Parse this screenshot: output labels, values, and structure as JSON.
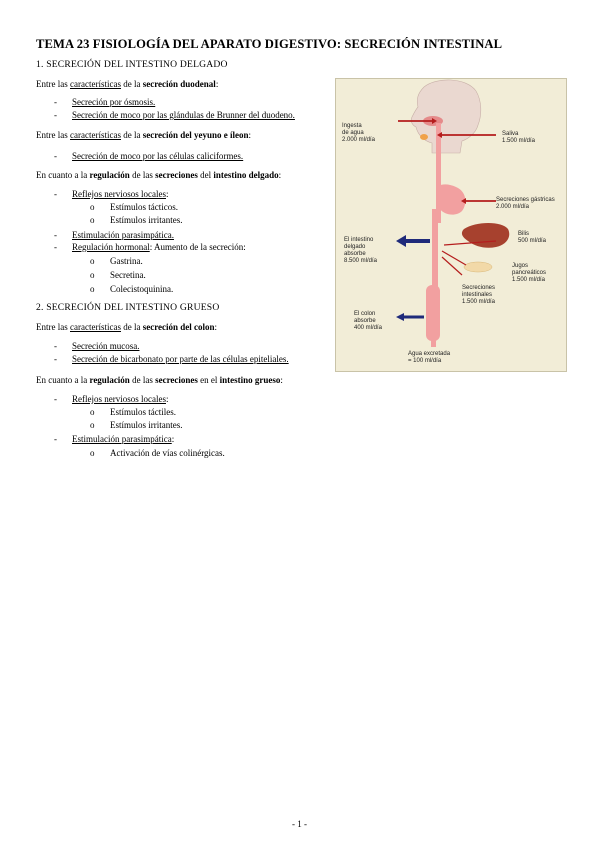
{
  "title": "TEMA 23 FISIOLOGÍA DEL APARATO DIGESTIVO: SECRECIÓN INTESTINAL",
  "section1": "1. SECRECIÓN DEL INTESTINO DELGADO",
  "p1": {
    "a": "Entre las ",
    "b": "características",
    "c": " de la ",
    "d": "secreción duodenal",
    "e": ":"
  },
  "p1_items": [
    "Secreción por ósmosis.",
    "Secreción de moco por las glándulas de Brunner del duodeno."
  ],
  "p2": {
    "a": "Entre las ",
    "b": "características",
    "c": " de la ",
    "d": "secreción del yeyuno e íleon",
    "e": ":"
  },
  "p2_items": [
    "Secreción de moco por las células caliciformes."
  ],
  "p3": {
    "a": "En cuanto a la ",
    "b": "regulación",
    "c": " de las ",
    "d": "secreciones",
    "e": " del ",
    "f": "intestino delgado",
    "g": ":"
  },
  "p3_reflex": "Reflejos nerviosos locales",
  "p3_reflex_items": [
    "Estímulos tácticos.",
    "Estímulos irritantes."
  ],
  "p3_para": "Estimulación parasimpática.",
  "p3_horm_a": "Regulación hormonal",
  "p3_horm_b": ": Aumento de la secreción:",
  "p3_horm_items": [
    "Gastrina.",
    "Secretina.",
    "Colecistoquinina."
  ],
  "section2": "2. SECRECIÓN DEL INTESTINO GRUESO",
  "p4": {
    "a": "Entre las ",
    "b": "características",
    "c": " de la ",
    "d": "secreción del colon",
    "e": ":"
  },
  "p4_items": [
    "Secreción mucosa.",
    "Secreción de bicarbonato por parte de las células epiteliales."
  ],
  "p5": {
    "a": "En cuanto a la ",
    "b": "regulación",
    "c": " de las ",
    "d": "secreciones",
    "e": " en el ",
    "f": "intestino grueso",
    "g": ":"
  },
  "p5_reflex": "Reflejos nerviosos locales",
  "p5_reflex_items": [
    "Estímulos táctiles.",
    "Estímulos irritantes."
  ],
  "p5_para": "Estimulación parasimpática",
  "p5_para_items": [
    "Activación de vías colinérgicas."
  ],
  "dash": "-",
  "sub_bullet": "o",
  "figure": {
    "ingesta": [
      "Ingesta",
      "de agua",
      "2.000 ml/día"
    ],
    "saliva": [
      "Saliva",
      "1.500 ml/día"
    ],
    "gastricas": [
      "Secreciones gástricas",
      "2.000 ml/día"
    ],
    "bilis": [
      "Bilis",
      "500 ml/día"
    ],
    "delgado": [
      "El intestino",
      "delgado",
      "absorbe",
      "8.500 ml/día"
    ],
    "jugos": [
      "Jugos",
      "pancreáticos",
      "1.500 ml/día"
    ],
    "intestinales": [
      "Secreciones",
      "intestinales",
      "1.500 ml/día"
    ],
    "colon": [
      "El colon",
      "absorbe",
      "400 ml/día"
    ],
    "excretada": [
      "Agua excretada",
      "= 100 ml/día"
    ]
  },
  "footer": "- 1 -"
}
